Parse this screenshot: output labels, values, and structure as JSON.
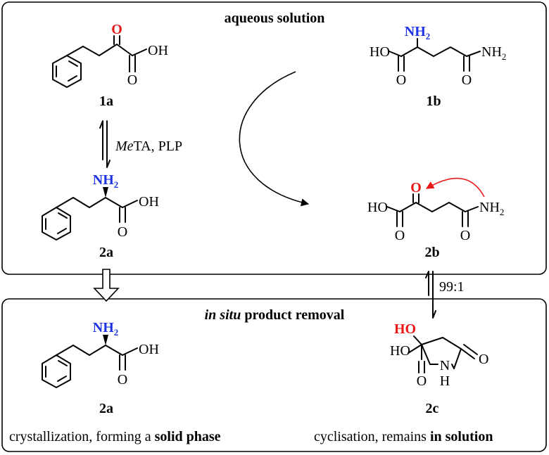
{
  "panels": {
    "top": {
      "title": "aqueous solution"
    },
    "bottom": {
      "title_italic": "in situ",
      "title_rest": " product removal"
    }
  },
  "compounds": {
    "c1a": {
      "id": "1a",
      "oxygen": "O",
      "acid": "OH",
      "carbonyl_o": "O"
    },
    "c1b": {
      "id": "1b",
      "amine": "NH",
      "amine_sub": "2",
      "acid": "HO",
      "acid_o": "O",
      "amide_o": "O",
      "amide_n": "NH",
      "amide_n_sub": "2"
    },
    "c2a_top": {
      "id": "2a",
      "amine": "NH",
      "amine_sub": "2",
      "acid": "OH",
      "carbonyl_o": "O"
    },
    "c2b": {
      "id": "2b",
      "oxygen": "O",
      "acid": "HO",
      "acid_o": "O",
      "amide_o": "O",
      "amide_n": "NH",
      "amide_n_sub": "2"
    },
    "c2a_bottom": {
      "id": "2a",
      "amine": "NH",
      "amine_sub": "2",
      "acid": "OH",
      "carbonyl_o": "O"
    },
    "c2c": {
      "id": "2c",
      "hydroxy": "HO",
      "acid": "HO",
      "acid_o": "O",
      "ring_o": "O",
      "ring_n": "N",
      "ring_h": "H"
    }
  },
  "reaction": {
    "enzyme_italic": "Me",
    "enzyme_rest": "TA, PLP",
    "ratio": "99:1"
  },
  "captions": {
    "left_plain": "crystallization, forming a ",
    "left_bold": "solid phase",
    "right_plain": "cyclisation, remains ",
    "right_bold": "in solution"
  },
  "colors": {
    "amine": "#1f33e6",
    "oxygen_highlight": "#e81818",
    "arrow_red": "#e81818"
  }
}
